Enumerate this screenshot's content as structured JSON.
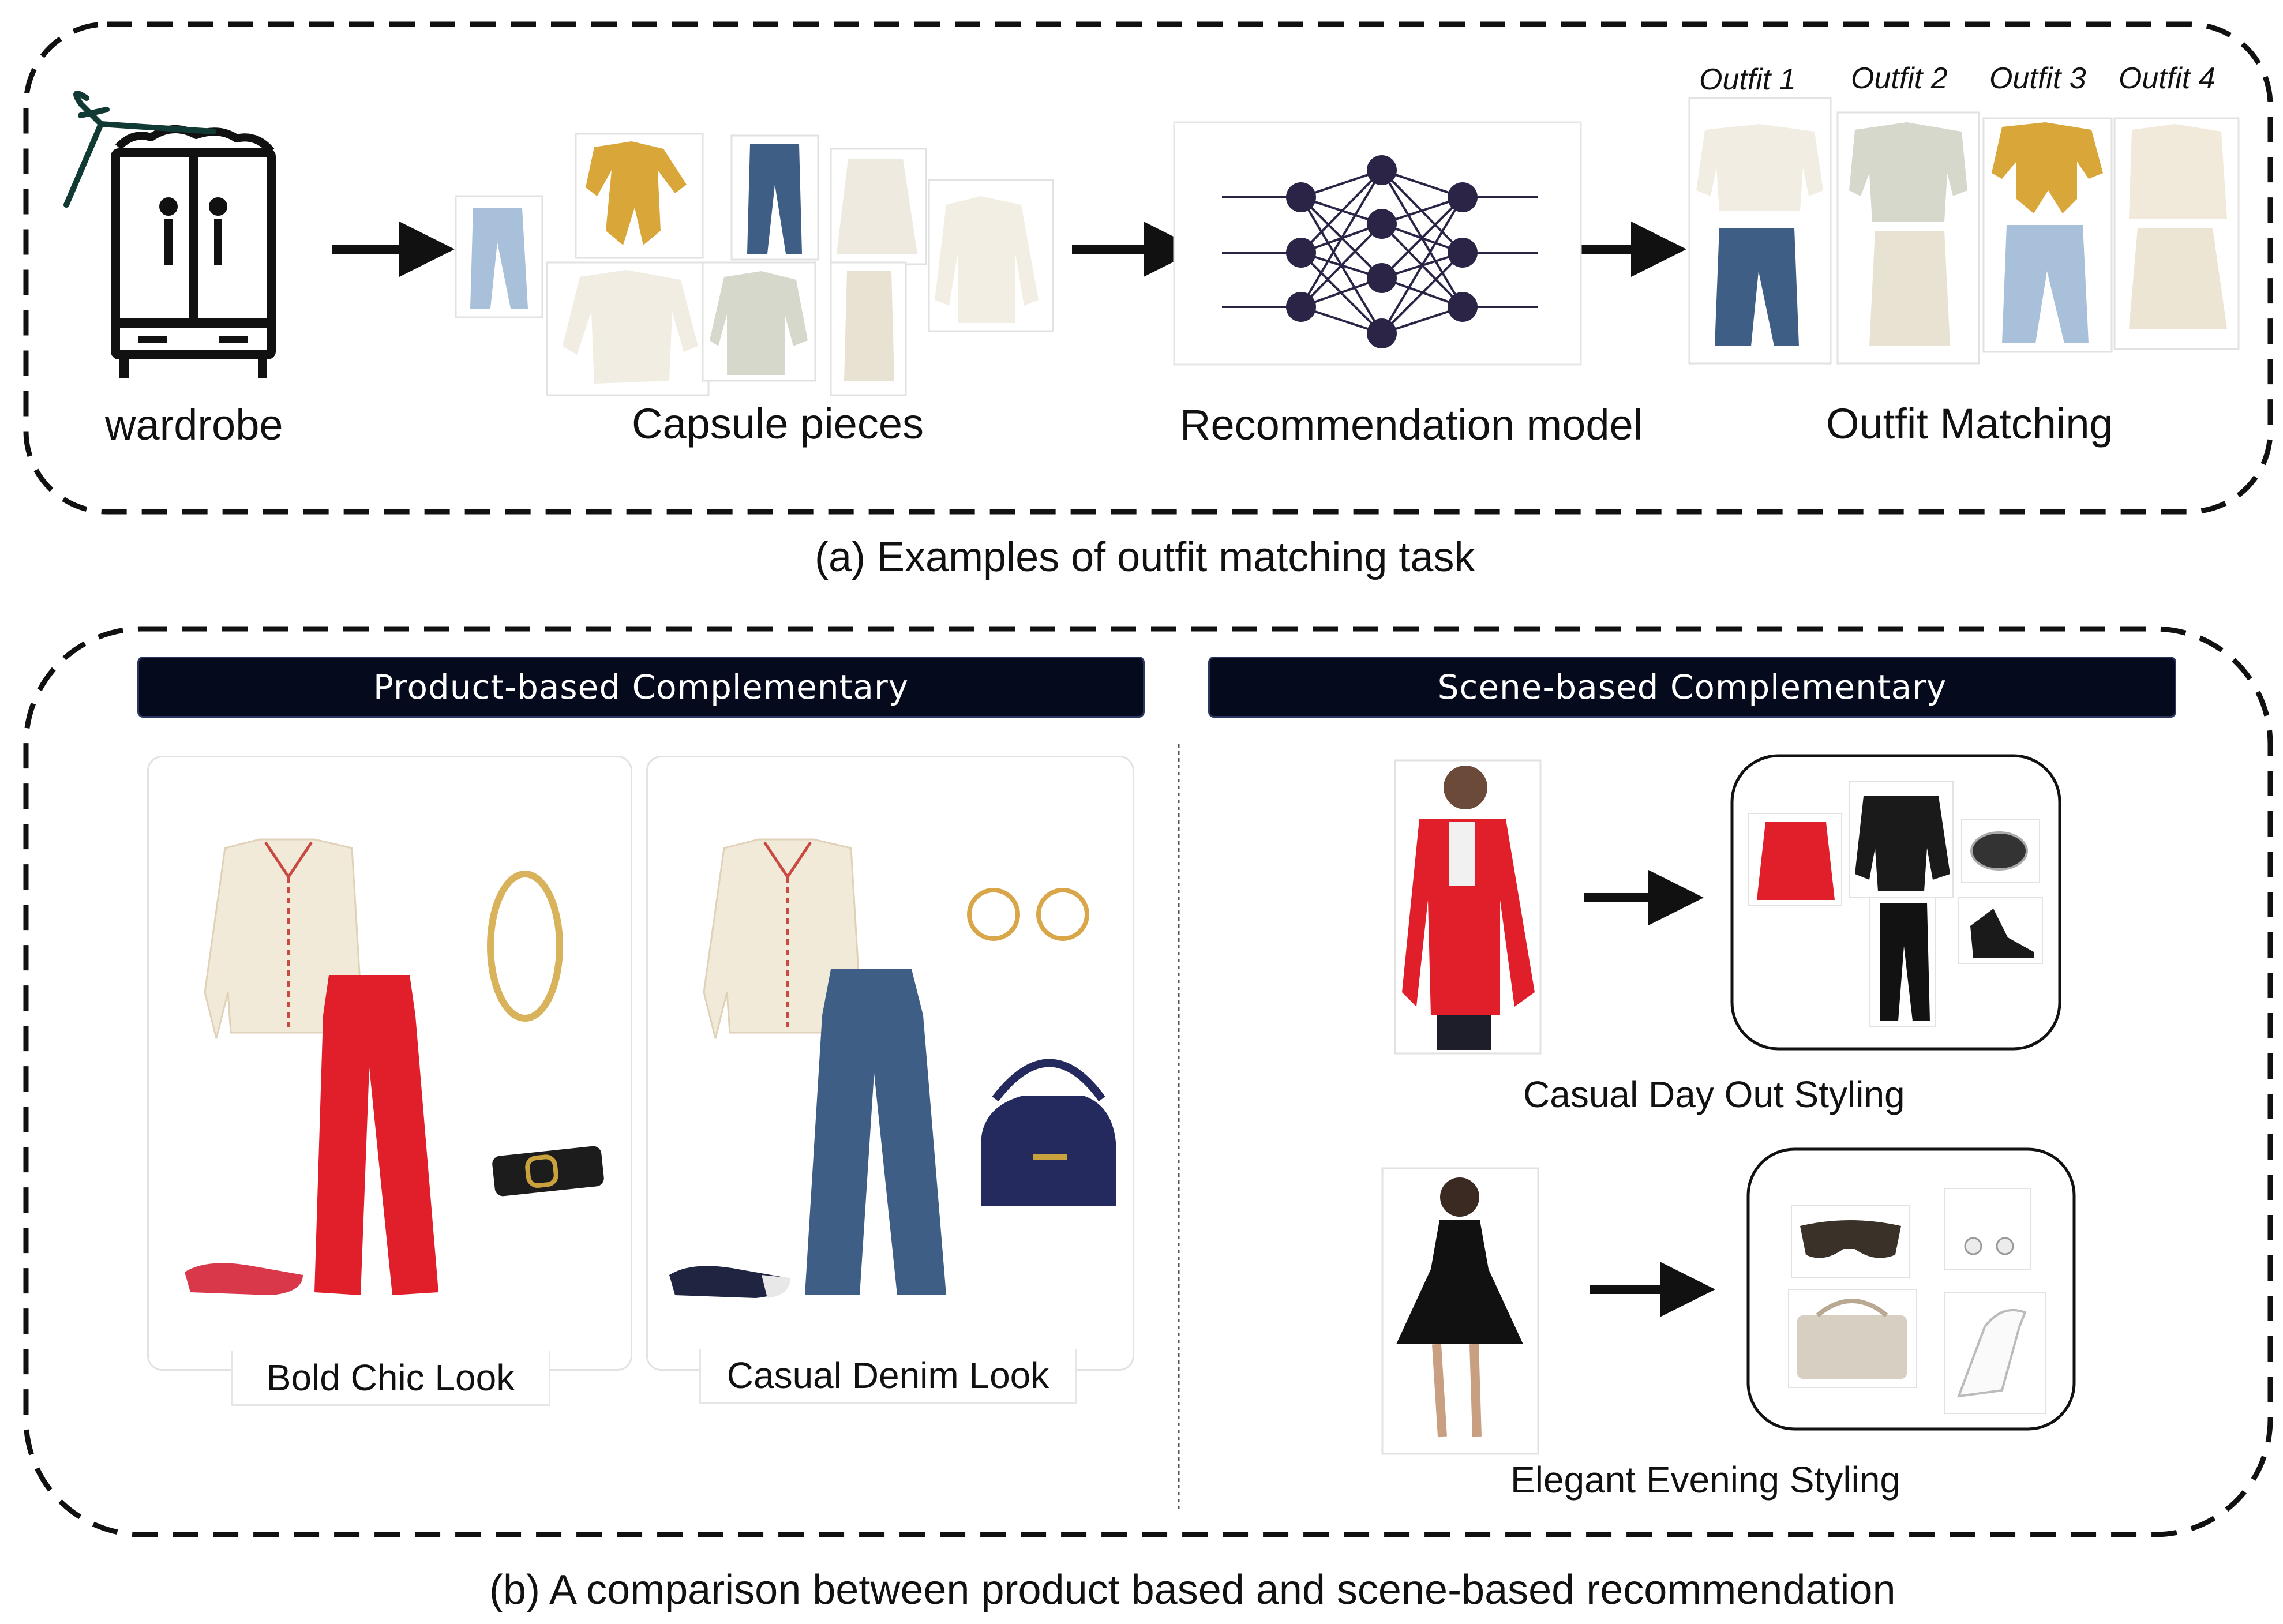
{
  "panel_a": {
    "wardrobe_label": "wardrobe",
    "capsule_label": "Capsule pieces",
    "model_label": "Recommendation model",
    "matching_label": "Outfit Matching",
    "outfits": [
      "Outfit 1",
      "Outfit 2",
      "Outfit 3",
      "Outfit 4"
    ],
    "caption": "(a) Examples of outfit matching task"
  },
  "panel_b": {
    "product_header": "Product-based Complementary",
    "scene_header": "Scene-based Complementary",
    "looks": [
      "Bold Chic Look",
      "Casual Denim Look"
    ],
    "scenes": [
      "Casual Day Out Styling",
      "Elegant Evening Styling"
    ],
    "caption": "(b) A comparison between product based and scene-based recommendation"
  },
  "colors": {
    "mustard": "#d9a63a",
    "cream": "#f2ede2",
    "sage": "#d5d8cb",
    "denim_light": "#a9c0da",
    "denim_dark": "#3f5e86",
    "red": "#e01f2b",
    "navy": "#242a5e",
    "nn_node": "#2c2447",
    "header_bg": "#050a1c"
  },
  "icons": [
    "wardrobe-icon",
    "hanger-icon",
    "arrow-icon",
    "neural-network-icon"
  ]
}
